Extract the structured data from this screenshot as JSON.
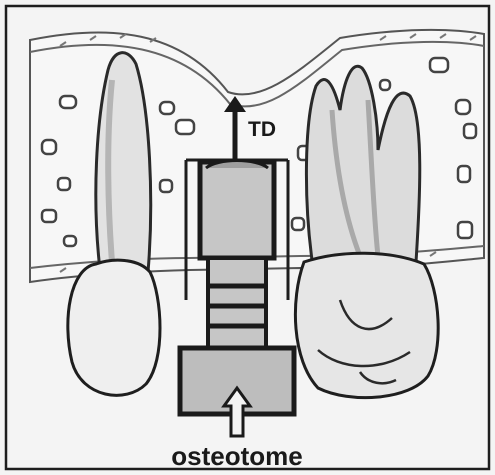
{
  "labels": {
    "td": "TD",
    "instrument": "osteotome"
  },
  "colors": {
    "background": "#f4f4f4",
    "outline": "#1e1e1e",
    "bone_fill": "#f7f7f7",
    "tooth_fill": "#d9d9d9",
    "instrument_fill": "#bdbdbd"
  },
  "icons": {
    "arrow_up": "arrow-up",
    "hollow_arrow_up": "hollow-arrow-up"
  }
}
